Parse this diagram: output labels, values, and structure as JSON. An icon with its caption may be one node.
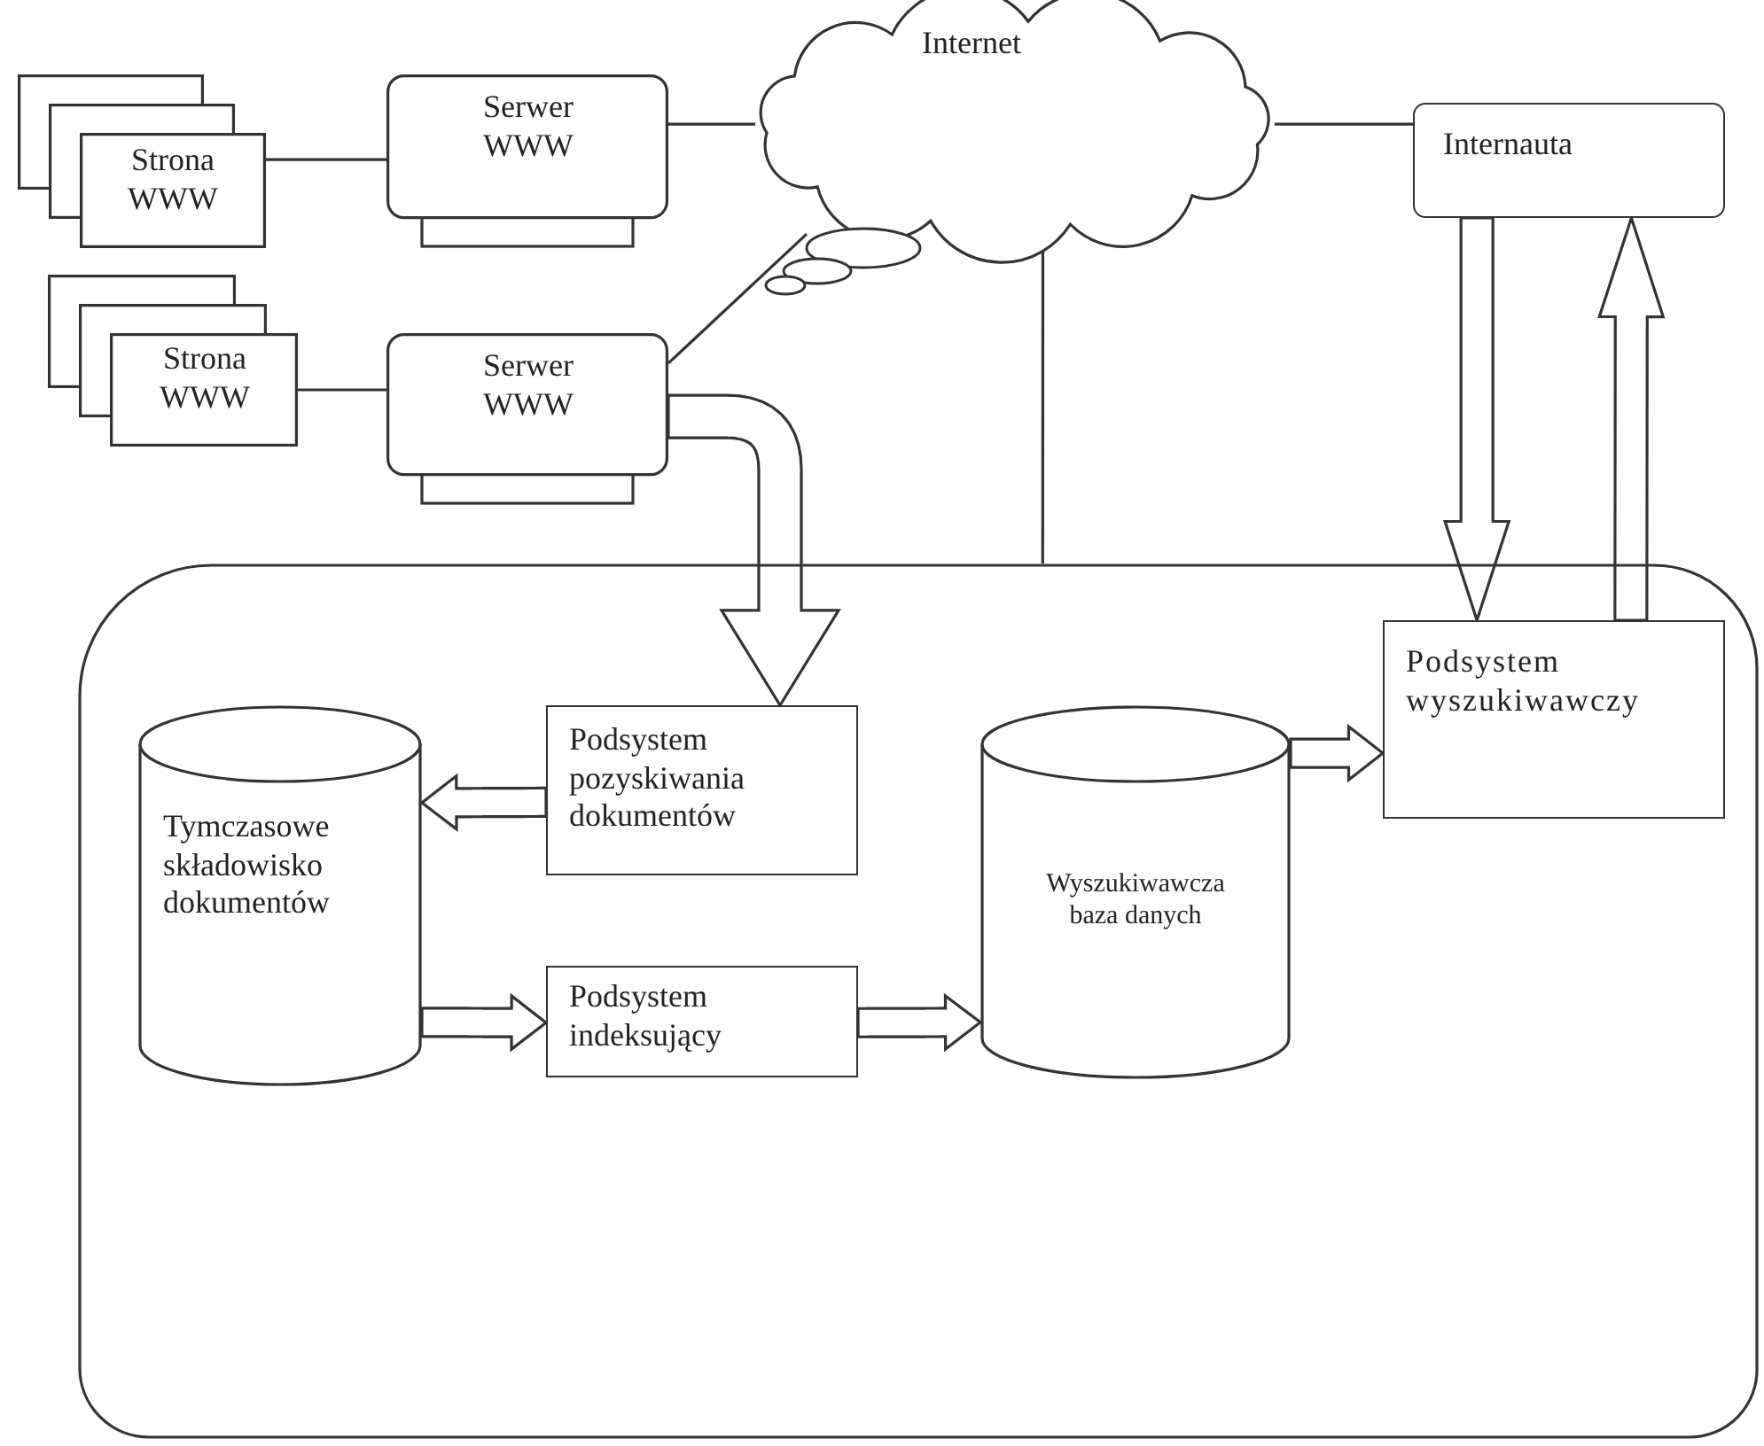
{
  "diagram": {
    "nodes": [
      {
        "text": [
          "Strona WWW"
        ]
      },
      {
        "text": [
          "Serwer WWW"
        ]
      },
      {
        "text": [
          "Internet"
        ]
      },
      {
        "text": [
          "Strona WWW"
        ]
      },
      {
        "text": [
          "Serwer WWW"
        ]
      },
      {
        "text": [
          "Internauta"
        ]
      },
      {
        "text": [],
        "shape": "box"
      },
      {
        "text": [
          "Tymczasowe składowisko dokumentów"
        ],
        "in": 6
      },
      {
        "text": [
          "Podsystem pozyskiwania dokumentów"
        ],
        "in": 6
      },
      {
        "text": [
          "Podsystem indeksujący"
        ],
        "in": 6
      },
      {
        "text": [
          "Wyszukiwawcza baza danych"
        ],
        "in": 6
      },
      {
        "text": [
          "Podsystem wyszukiwawczy"
        ],
        "in": 6
      }
    ],
    "edges": [
      {
        "from": 0,
        "to": 1,
        "arrow": "none"
      },
      {
        "from": 1,
        "to": 2,
        "arrow": "none"
      },
      {
        "from": 3,
        "to": 4,
        "arrow": "none"
      },
      {
        "from": 4,
        "to": 2,
        "arrow": "none"
      },
      {
        "from": 2,
        "to": 5,
        "arrow": "none"
      },
      {
        "from": 2,
        "to": 6,
        "arrow": "none"
      },
      {
        "from": 4,
        "to": 8,
        "arrow": "to",
        "style": "thick"
      },
      {
        "from": 5,
        "to": 11,
        "arrow": "to",
        "style": "thick"
      },
      {
        "from": 11,
        "to": 5,
        "arrow": "to",
        "style": "thick"
      },
      {
        "from": 8,
        "to": 7,
        "arrow": "to",
        "style": "thick"
      },
      {
        "from": 7,
        "to": 9,
        "arrow": "to",
        "style": "thick"
      },
      {
        "from": 9,
        "to": 10,
        "arrow": "to",
        "style": "thick"
      },
      {
        "from": 10,
        "to": 11,
        "arrow": "to",
        "style": "thick"
      }
    ]
  }
}
